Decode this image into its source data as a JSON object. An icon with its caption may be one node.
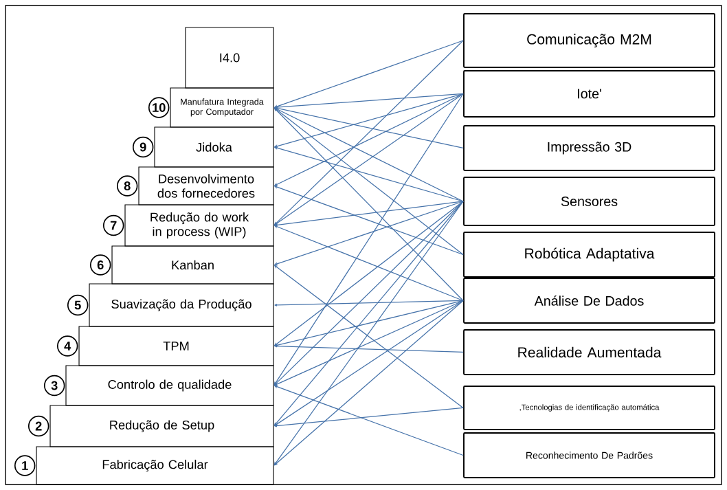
{
  "diagram": {
    "nodes": [
      {
        "text": [
          "I4.0"
        ]
      },
      {
        "text": [
          "Manufatura Integrada por Computador"
        ],
        "beside": [
          "10"
        ]
      },
      {
        "text": [
          "Jidoka"
        ],
        "beside": [
          "9"
        ]
      },
      {
        "text": [
          "Desenvolvimento dos fornecedores"
        ],
        "beside": [
          "8"
        ]
      },
      {
        "text": [
          "Redução do work in process (WIP)"
        ],
        "beside": [
          "7"
        ]
      },
      {
        "text": [
          "Kanban"
        ],
        "beside": [
          "6"
        ]
      },
      {
        "text": [
          "Suavização da Produção"
        ],
        "beside": [
          "5"
        ]
      },
      {
        "text": [
          "TPM"
        ],
        "beside": [
          "4"
        ]
      },
      {
        "text": [
          "Controlo de qualidade"
        ],
        "beside": [
          "3"
        ]
      },
      {
        "text": [
          "Redução de Setup"
        ],
        "beside": [
          "2"
        ]
      },
      {
        "text": [
          "Fabricação Celular"
        ],
        "beside": [
          "1"
        ]
      },
      {
        "text": [
          "Comunicação M2M"
        ]
      },
      {
        "text": [
          "Iote'"
        ]
      },
      {
        "text": [
          "Impressão 3D"
        ]
      },
      {
        "text": [
          "Sensores"
        ]
      },
      {
        "text": [
          "Robótica Adaptativa"
        ]
      },
      {
        "text": [
          "Análise De Dados"
        ]
      },
      {
        "text": [
          "Realidade Aumentada"
        ]
      },
      {
        "text": [
          ",Tecnologias de identificação automática"
        ]
      },
      {
        "text": [
          "Reconhecimento De Padrões"
        ]
      }
    ],
    "edges": [
      {
        "from": 11,
        "to": 1,
        "arrow": "to"
      },
      {
        "from": 11,
        "to": 4,
        "arrow": "to"
      },
      {
        "from": 12,
        "to": 1,
        "arrow": "to"
      },
      {
        "from": 12,
        "to": 2,
        "arrow": "to"
      },
      {
        "from": 12,
        "to": 3,
        "arrow": "to"
      },
      {
        "from": 12,
        "to": 4,
        "arrow": "to"
      },
      {
        "from": 12,
        "to": 8,
        "arrow": "to"
      },
      {
        "from": 13,
        "to": 1,
        "arrow": "to"
      },
      {
        "from": 14,
        "to": 1,
        "arrow": "to"
      },
      {
        "from": 14,
        "to": 2,
        "arrow": "to"
      },
      {
        "from": 14,
        "to": 4,
        "arrow": "to"
      },
      {
        "from": 14,
        "to": 5,
        "arrow": "to"
      },
      {
        "from": 14,
        "to": 7,
        "arrow": "to"
      },
      {
        "from": 14,
        "to": 8,
        "arrow": "to"
      },
      {
        "from": 14,
        "to": 9,
        "arrow": "to"
      },
      {
        "from": 14,
        "to": 10,
        "arrow": "to"
      },
      {
        "from": 15,
        "to": 1,
        "arrow": "to"
      },
      {
        "from": 15,
        "to": 3,
        "arrow": "to"
      },
      {
        "from": 16,
        "to": 1,
        "arrow": "to"
      },
      {
        "from": 16,
        "to": 4,
        "arrow": "to"
      },
      {
        "from": 16,
        "to": 6,
        "arrow": "to"
      },
      {
        "from": 16,
        "to": 7,
        "arrow": "to"
      },
      {
        "from": 16,
        "to": 8,
        "arrow": "to"
      },
      {
        "from": 16,
        "to": 9,
        "arrow": "to"
      },
      {
        "from": 16,
        "to": 10,
        "arrow": "to"
      },
      {
        "from": 17,
        "to": 7,
        "arrow": "to"
      },
      {
        "from": 18,
        "to": 5,
        "arrow": "to"
      },
      {
        "from": 18,
        "to": 9,
        "arrow": "to"
      },
      {
        "from": 19,
        "to": 8,
        "arrow": "to"
      }
    ]
  }
}
